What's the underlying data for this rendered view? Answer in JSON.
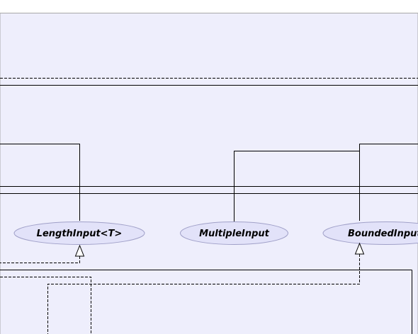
{
  "colors": {
    "background": "#ffffff",
    "package_fill": "#eeeefc",
    "package_border": "#a8a8a8",
    "node_fill": "#e2e2f9",
    "node_border": "#a0a0c8",
    "line": "#000000"
  },
  "nodes": [
    {
      "id": "length-input",
      "label": "LengthInput<T>"
    },
    {
      "id": "multiple-input",
      "label": "MultipleInput"
    },
    {
      "id": "bounded-input",
      "label": "BoundedInput"
    }
  ]
}
